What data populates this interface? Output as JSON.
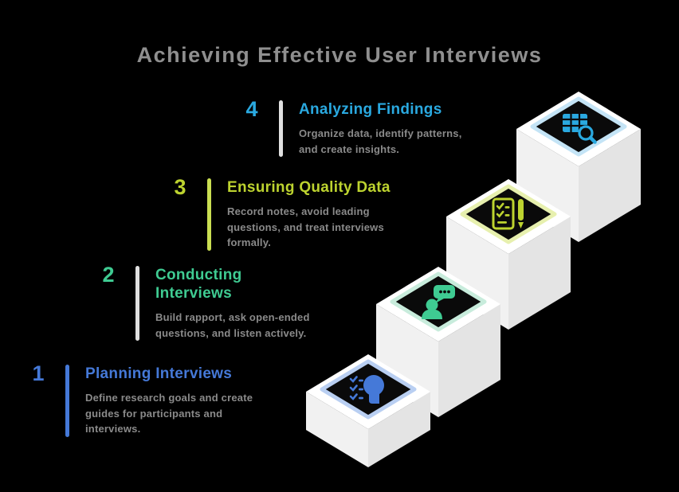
{
  "title": "Achieving Effective User Interviews",
  "title_color": "#8f8f8f",
  "background_color": "#000000",
  "text_muted_color": "#8a8a8a",
  "staircase_colors": {
    "top_face": "#ffffff",
    "left_face": "#f1f1f1",
    "right_face": "#e4e4e4",
    "tile_fill": "#0a0a0a"
  },
  "steps": [
    {
      "number": "1",
      "title": "Planning Interviews",
      "description": "Define research goals and create guides for participants and interviews.",
      "color": "#4579d8",
      "bar_color": "#4579d8",
      "tile_border": "#b9cff2",
      "icon": "planning-head-checklist-icon"
    },
    {
      "number": "2",
      "title": "Conducting Interviews",
      "description": "Build rapport, ask open-ended questions, and listen actively.",
      "color": "#3fcb92",
      "bar_color": "#e0e0e0",
      "tile_border": "#c8ecdc",
      "icon": "person-chat-icon"
    },
    {
      "number": "3",
      "title": "Ensuring Quality Data",
      "description": "Record notes, avoid leading questions, and treat interviews formally.",
      "color": "#bdd32f",
      "bar_color": "#cade52",
      "tile_border": "#e7f0ae",
      "icon": "checklist-pen-icon"
    },
    {
      "number": "4",
      "title": "Analyzing Findings",
      "description": "Organize data, identify patterns, and create insights.",
      "color": "#2aa9e0",
      "bar_color": "#e0e0e0",
      "tile_border": "#c4e4f6",
      "icon": "table-search-icon"
    }
  ]
}
